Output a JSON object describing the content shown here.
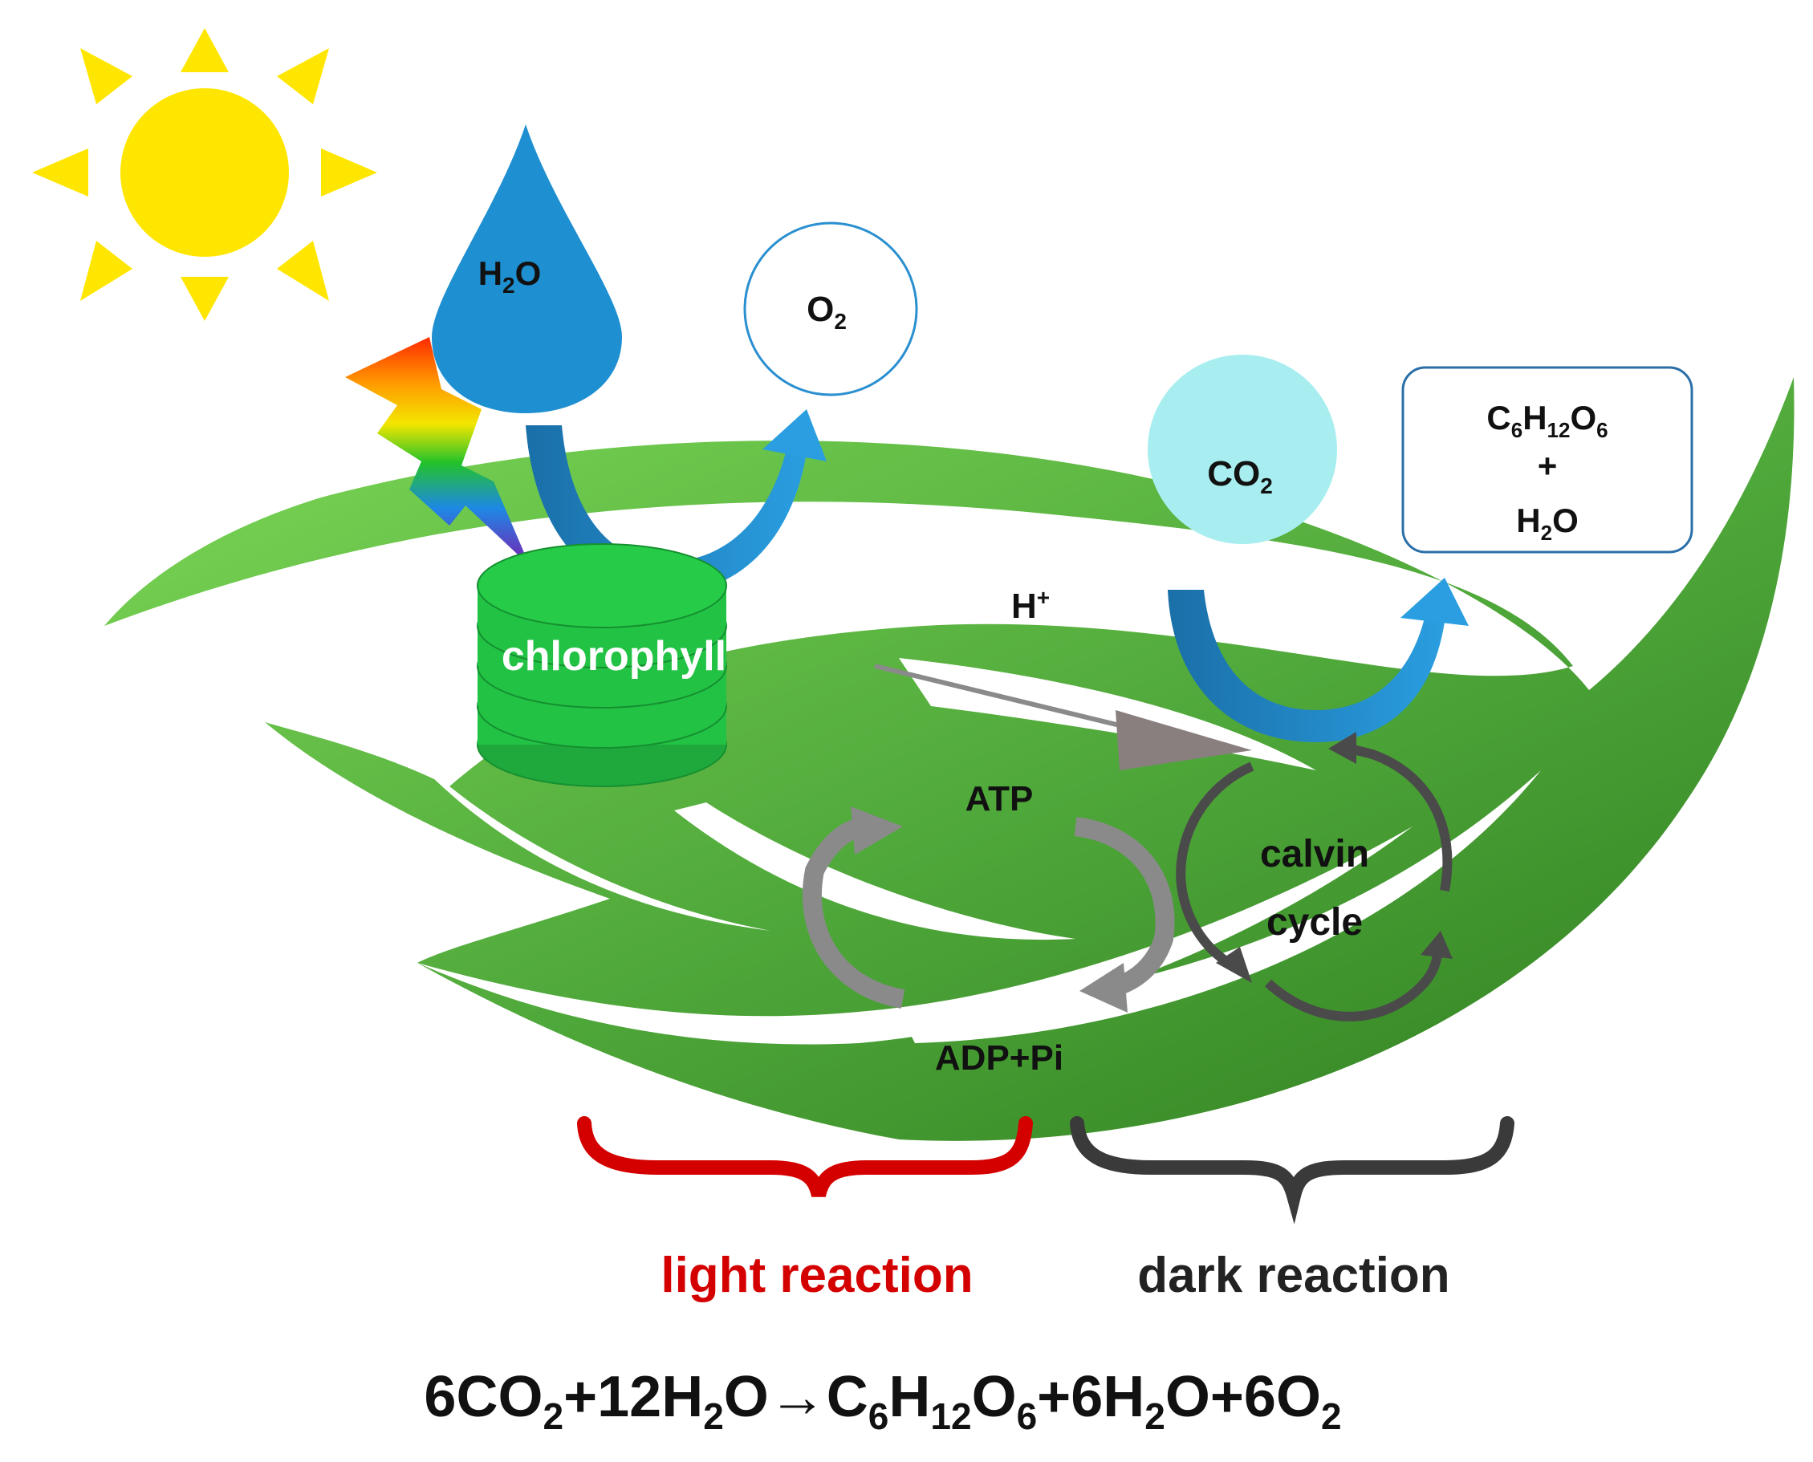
{
  "labels": {
    "water": {
      "main": "H",
      "sub": "2",
      "tail": "O"
    },
    "oxygen": {
      "main": "O",
      "sub": "2"
    },
    "co2": {
      "main": "CO",
      "sub": "2"
    },
    "glucose": {
      "c": "C",
      "c_sub": "6",
      "h": "H",
      "h_sub": "12",
      "o": "O",
      "o_sub": "6",
      "plus": "+",
      "water_h": "H",
      "water_sub": "2",
      "water_o": "O"
    },
    "chlorophyll": "chlorophyll",
    "proton": {
      "main": "H",
      "sup": "+"
    },
    "atp": "ATP",
    "adp": "ADP+Pi",
    "calvin_line1": "calvin",
    "calvin_line2": "cycle",
    "light_reaction": "light reaction",
    "dark_reaction": "dark reaction"
  },
  "equation": {
    "p1": "6CO",
    "s1": "2",
    "p2": "+12H",
    "s2": "2",
    "p3": "O→C",
    "s3": "6",
    "p4": "H",
    "s4": "12",
    "p5": "O",
    "s5": "6",
    "p6": "+6H",
    "s6": "2",
    "p7": "O+6O",
    "s7": "2"
  },
  "colors": {
    "sun": "#ffe600",
    "leaf_light": "#7ed957",
    "leaf_dark": "#2f7d1f",
    "water": "#1e8fd0",
    "co2": "#a8eef0",
    "chlorophyll": "#22c244",
    "light_reaction": "#d40000",
    "dark_reaction": "#333333",
    "cycle_arrow": "#555555",
    "gray_arrow": "#8a8a8a"
  }
}
